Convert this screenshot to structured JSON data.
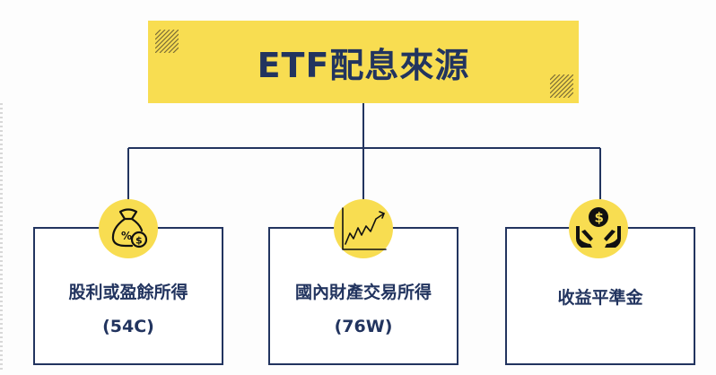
{
  "diagram": {
    "title": "ETF配息來源",
    "boxes": [
      {
        "label": "股利或盈餘所得",
        "sub": "(54C)",
        "icon": "money-bag-icon"
      },
      {
        "label": "國內財產交易所得",
        "sub": "(76W)",
        "icon": "line-chart-icon"
      },
      {
        "label": "收益平準金",
        "sub": "",
        "icon": "hands-coin-icon"
      }
    ]
  },
  "colors": {
    "accent": "#f8dd51",
    "ink": "#22345f"
  }
}
